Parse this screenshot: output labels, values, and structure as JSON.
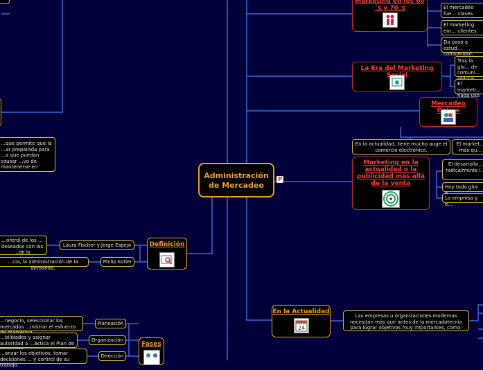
{
  "central": {
    "title_line1": "Administración",
    "title_line2": "de Mercadeo",
    "badge": "P"
  },
  "right": {
    "marketing_60s": {
      "title": "Marketing en los 60´s y 70´s",
      "items": [
        "El mercadeo fue… clases.",
        "El marketing em… clientes.",
        "Da paso a estud… consumidor."
      ]
    },
    "era_social": {
      "title": "La Era del Marketing Social",
      "items": [
        "Tras la glo… de comuni… reduce.",
        "El marketi… haga uso c…"
      ]
    },
    "online": {
      "title": "Mercadeo Online",
      "items": [
        "En la actualidad, tiene mucho auge el comercio electrónico.",
        "El market… más qu…"
      ]
    },
    "actualidad_venta": {
      "title": "Marketing en la actualidad o la publicidad más allá de la venta",
      "items": [
        "El desarrollo… radicalmente l…",
        "Hoy todo gira e…",
        "La empresa y e…"
      ]
    },
    "en_actualidad": {
      "title": "En la Actualidad",
      "item": "Las empresas u organizaciones modernas necesitan más que antes de la mercadotecnia para lograr objetivos muy importantes, como:"
    }
  },
  "left": {
    "top_note": "…que permite que la …ar preparada para …a que puedan causar …vo de mantenerse en",
    "definicion": {
      "title": "Definición",
      "authors": [
        {
          "name": "Laura Fischer y Jorge Espejo",
          "text": "…ontrol de los … deseados con los …de la organización."
        },
        {
          "name": "Philip Kotler",
          "text": "…cia, la administración de la demanda."
        }
      ]
    },
    "fases": {
      "title": "Fases",
      "items": [
        {
          "name": "Planeación",
          "text": "…negocio, seleccionar los mercados …inistrar el esfuerzo de marketing."
        },
        {
          "name": "Organización",
          "text": "…bilidades y asignar autoridad a …áctica el Plan de Mercadeo."
        },
        {
          "name": "Dirección",
          "text": "…anzar los objetivos, tomar decisiones … y control de su trabajo."
        }
      ]
    }
  },
  "colors": {
    "background": "#00003a",
    "line": "#3a6ad8",
    "accent_orange": "#f0a020",
    "accent_red": "#e0202a"
  }
}
